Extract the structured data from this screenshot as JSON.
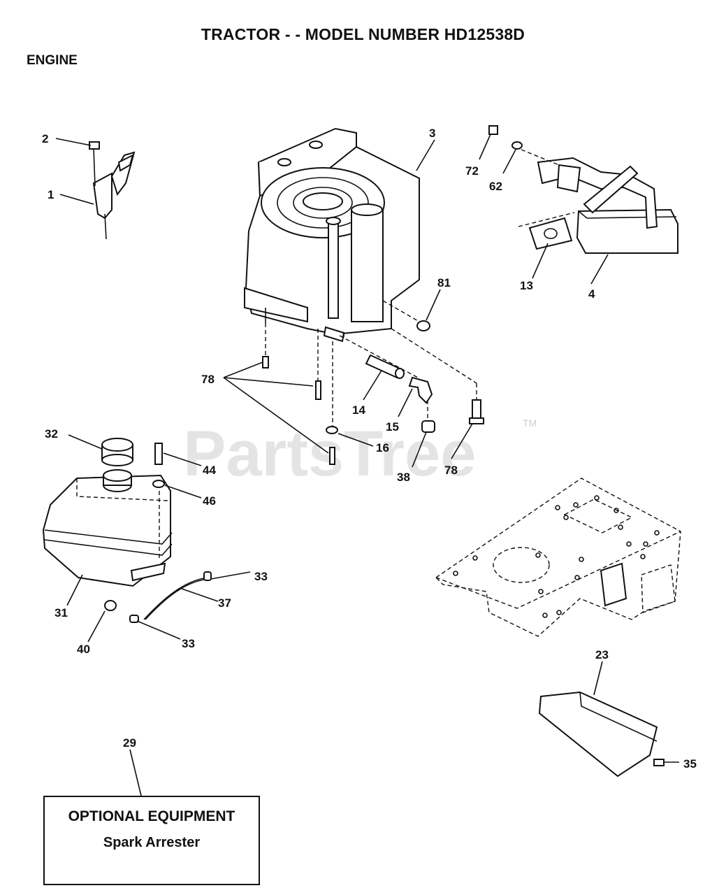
{
  "header": {
    "title": "TRACTOR - - MODEL NUMBER HD12538D",
    "section": "ENGINE"
  },
  "watermark": {
    "brand": "PartsTree",
    "tm": "TM"
  },
  "callouts": {
    "c1": "1",
    "c2": "2",
    "c3": "3",
    "c4": "4",
    "c13": "13",
    "c14": "14",
    "c15": "15",
    "c16": "16",
    "c23": "23",
    "c29": "29",
    "c31": "31",
    "c32": "32",
    "c33a": "33",
    "c33b": "33",
    "c35": "35",
    "c37": "37",
    "c38": "38",
    "c40": "40",
    "c44": "44",
    "c46": "46",
    "c62": "62",
    "c72": "72",
    "c78a": "78",
    "c78b": "78",
    "c81": "81"
  },
  "optional_box": {
    "heading": "OPTIONAL EQUIPMENT",
    "item": "Spark Arrester"
  }
}
